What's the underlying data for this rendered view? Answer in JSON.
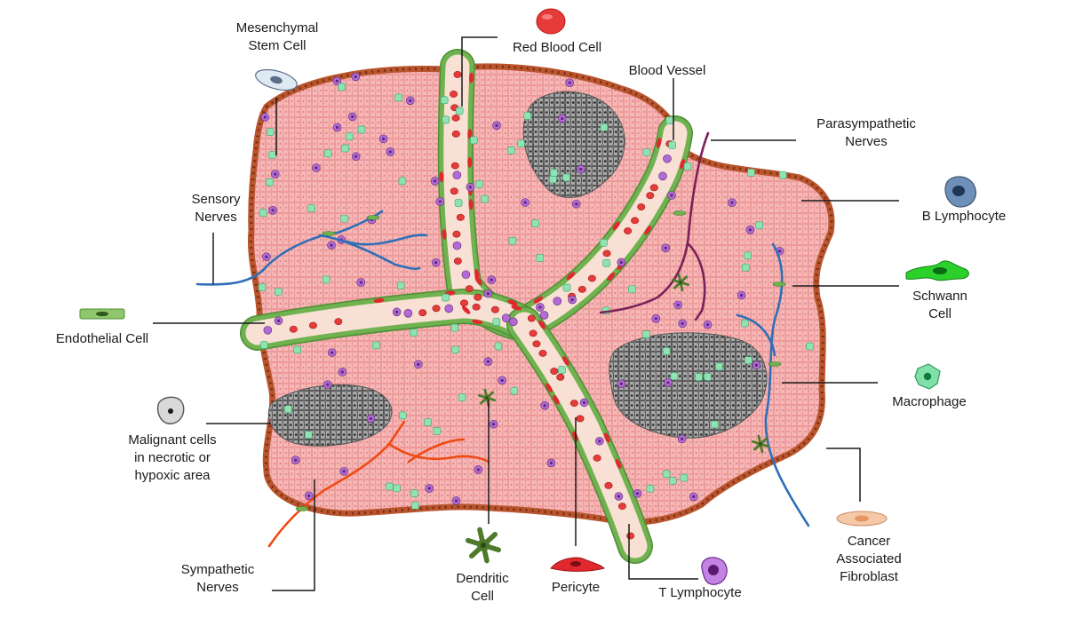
{
  "labels": {
    "mesenchymal_stem_cell": "Mesenchymal\nStem Cell",
    "red_blood_cell": "Red Blood Cell",
    "blood_vessel": "Blood Vessel",
    "parasympathetic_nerves": "Parasympathetic\nNerves",
    "sensory_nerves": "Sensory\nNerves",
    "b_lymphocyte": "B Lymphocyte",
    "schwann_cell": "Schwann\nCell",
    "endothelial_cell": "Endothelial Cell",
    "macrophage": "Macrophage",
    "malignant_cells": "Malignant cells\nin necrotic or\nhypoxic area",
    "cancer_associated_fibroblast": "Cancer\nAssociated\nFibroblast",
    "sympathetic_nerves": "Sympathetic\nNerves",
    "dendritic_cell": "Dendritic\nCell",
    "pericyte": "Pericyte",
    "t_lymphocyte": "T Lymphocyte"
  },
  "colors": {
    "tissue": "#f6b7b7",
    "tissue_cell_line": "#e98a8a",
    "capsule": "#b9552e",
    "capsule_dot": "#7a2e10",
    "vessel_lumen": "#f9e0d4",
    "vessel_wall": "#6fb24f",
    "red_blood_cell": "#e53b3b",
    "t_lymphocyte": "#b36ad6",
    "macrophage": "#8fe3b3",
    "malignant_cell": "#9c9c9c",
    "sensory_nerve": "#2f6fb7",
    "sympathetic_nerve": "#ee4b14",
    "parasympathetic_nerve": "#7b2159",
    "dendritic_cell": "#4e7a2c",
    "pericyte": "#e0282e",
    "b_lymphocyte": "#6e8fb7",
    "fibroblast": "#f5c8a8",
    "leader_line": "#1a1a1a"
  }
}
